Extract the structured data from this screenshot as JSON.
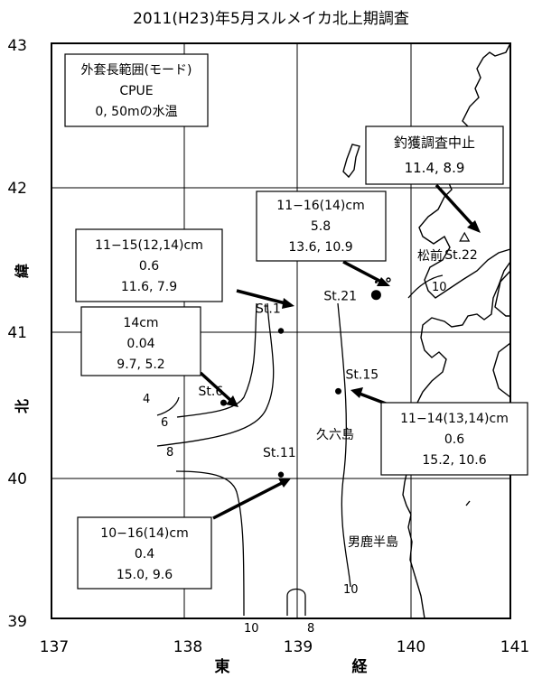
{
  "title": "2011(H23)年5月スルメイカ北上期調査",
  "axes": {
    "x_ticks": [
      "137",
      "138",
      "139",
      "140",
      "141"
    ],
    "y_ticks": [
      "43",
      "42",
      "41",
      "40",
      "39"
    ],
    "x_label_left": "東",
    "x_label_right": "経",
    "y_label_top": "緯",
    "y_label_bottom": "北"
  },
  "legend": [
    "外套長範囲(モード)",
    "CPUE",
    "0, 50mの水温"
  ],
  "place_labels": {
    "matsumae": "松前",
    "kyuroku": "久六島",
    "oga": "男鹿半島"
  },
  "stations": [
    {
      "id": "St.1",
      "lon": 139.0,
      "lat": 41.0
    },
    {
      "id": "St.6",
      "lon": 138.5,
      "lat": 40.5
    },
    {
      "id": "St.11",
      "lon": 139.0,
      "lat": 40.0
    },
    {
      "id": "St.15",
      "lon": 139.5,
      "lat": 40.58
    },
    {
      "id": "St.21",
      "lon": 139.83,
      "lat": 41.25
    },
    {
      "id": "St.22",
      "lon": 140.6,
      "lat": 41.65
    }
  ],
  "station_info": {
    "st1": [
      "11−15(12,14)cm",
      "0.6",
      "11.6, 7.9"
    ],
    "st6": [
      "14cm",
      "0.04",
      "9.7, 5.2"
    ],
    "st11": [
      "10−16(14)cm",
      "0.4",
      "15.0, 9.6"
    ],
    "st15": [
      "11−14(13,14)cm",
      "0.6",
      "15.2, 10.6"
    ],
    "st21": [
      "11−16(14)cm",
      "5.8",
      "13.6, 10.9"
    ],
    "st22": [
      "釣獲調査中止",
      "11.4, 8.9"
    ]
  },
  "isotherm_labels": {
    "c4": "4",
    "c6": "6",
    "c8a": "8",
    "c8b": "8",
    "c10a": "10",
    "c10b": "10",
    "c10c": "10"
  }
}
